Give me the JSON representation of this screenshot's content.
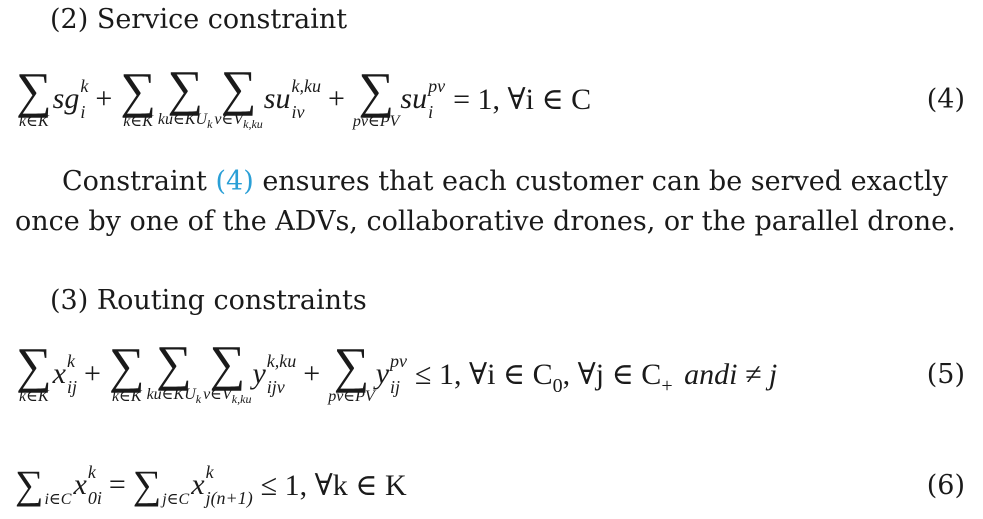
{
  "headings": {
    "service": "(2) Service constraint",
    "routing": "(3) Routing constraints"
  },
  "equations": {
    "eq4": {
      "number": "(4)",
      "sum_k": "k∈K",
      "sum_ku": "ku∈KU",
      "sum_ku_sub": "k",
      "sum_v": "v∈V",
      "sum_v_sub": "k,ku",
      "sum_pv": "pv∈PV",
      "term1_base": "sg",
      "term1_sup": "k",
      "term1_sub": "i",
      "term2_base": "su",
      "term2_sup": "k,ku",
      "term2_sub": "iv",
      "term3_base": "su",
      "term3_sup": "pv",
      "term3_sub": "i",
      "rhs": "= 1, ∀i ∈ C"
    },
    "eq5": {
      "number": "(5)",
      "sum_k": "k∈K",
      "sum_ku": "ku∈KU",
      "sum_ku_sub": "k",
      "sum_v": "v∈V",
      "sum_v_sub": "k,ku",
      "sum_pv": "pv∈PV",
      "term1_base": "x",
      "term1_sup": "k",
      "term1_sub": "ij",
      "term2_base": "y",
      "term2_sup": "k,ku",
      "term2_sub": "ijv",
      "term3_base": "y",
      "term3_sup": "pv",
      "term3_sub": "ij",
      "rhs_a": "≤ 1, ∀i ∈ C",
      "rhs_a_sub": "0",
      "rhs_b": ", ∀j ∈ C",
      "rhs_b_sub": "+",
      "rhs_c": "andi ≠ j"
    },
    "eq6": {
      "number": "(6)",
      "sum1": "i∈C",
      "term1_base": "x",
      "term1_sup": "k",
      "term1_sub": "0i",
      "eq": "=",
      "sum2": "j∈C",
      "term2_base": "x",
      "term2_sup": "k",
      "term2_sub": "j(n+1)",
      "rhs": "≤ 1, ∀k ∈ K"
    }
  },
  "paragraph": {
    "before_ref": "Constraint ",
    "ref": "(4)",
    "after_ref": " ensures that each customer can be served exactly once by one of the ADVs, collaborative drones, or the parallel drone."
  }
}
